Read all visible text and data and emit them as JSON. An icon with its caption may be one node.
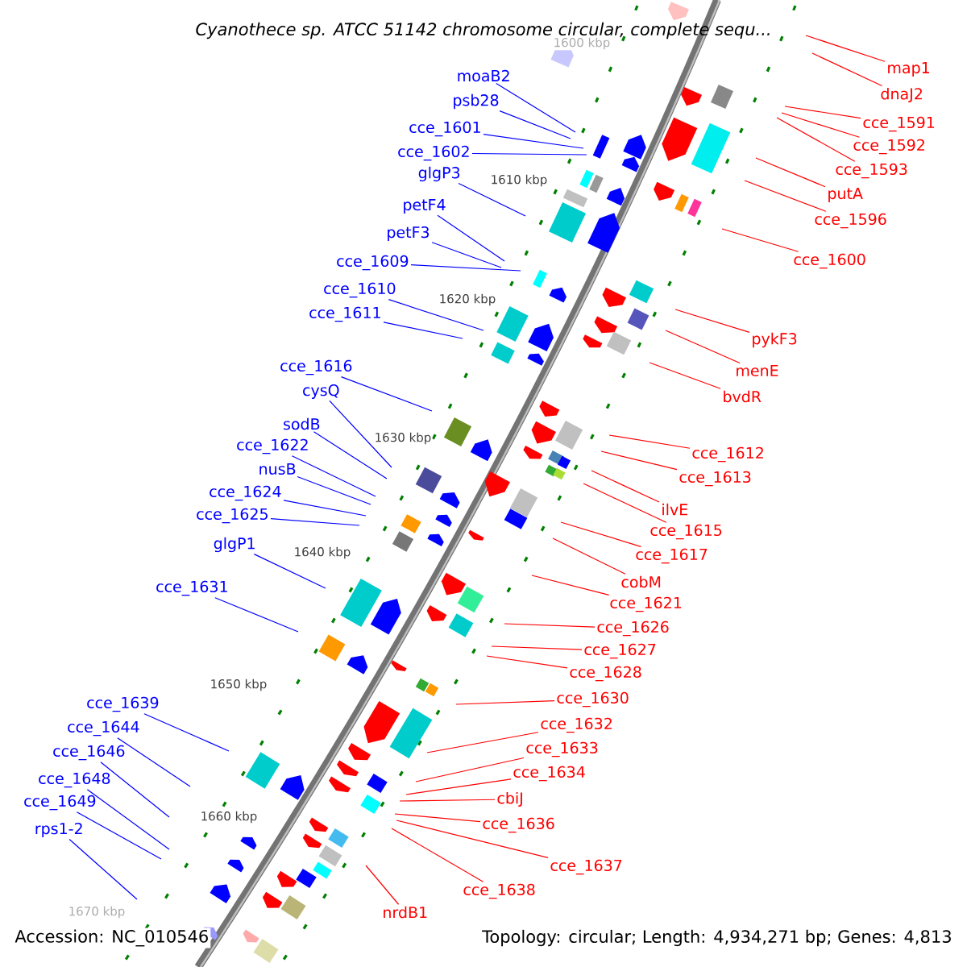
{
  "diagram": {
    "title": "Cyanothece sp. ATCC 51142 chromosome circular, complete sequ...",
    "nodes": [
      {
        "text": [
          "moaB2"
        ]
      },
      {
        "text": [
          "psb28"
        ]
      },
      {
        "text": [
          "cce_1601"
        ]
      },
      {
        "text": [
          "cce_1602"
        ]
      },
      {
        "text": [
          "glgP3"
        ]
      },
      {
        "text": [
          "petF4"
        ]
      },
      {
        "text": [
          "petF3"
        ]
      },
      {
        "text": [
          "cce_1609"
        ]
      },
      {
        "text": [
          "cce_1610"
        ]
      },
      {
        "text": [
          "cce_1611"
        ]
      },
      {
        "text": [
          "cce_1616"
        ]
      },
      {
        "text": [
          "cysQ"
        ]
      },
      {
        "text": [
          "sodB"
        ]
      },
      {
        "text": [
          "cce_1622"
        ]
      },
      {
        "text": [
          "nusB"
        ]
      },
      {
        "text": [
          "cce_1624"
        ]
      },
      {
        "text": [
          "cce_1625"
        ]
      },
      {
        "text": [
          "glgP1"
        ]
      },
      {
        "text": [
          "cce_1631"
        ]
      },
      {
        "text": [
          "cce_1639"
        ]
      },
      {
        "text": [
          "cce_1644"
        ]
      },
      {
        "text": [
          "cce_1646"
        ]
      },
      {
        "text": [
          "cce_1648"
        ]
      },
      {
        "text": [
          "cce_1649"
        ]
      },
      {
        "text": [
          "rps1-2"
        ]
      },
      {
        "text": [
          "map1"
        ]
      },
      {
        "text": [
          "dnaJ2"
        ]
      },
      {
        "text": [
          "cce_1591"
        ]
      },
      {
        "text": [
          "cce_1592"
        ]
      },
      {
        "text": [
          "cce_1593"
        ]
      },
      {
        "text": [
          "putA"
        ]
      },
      {
        "text": [
          "cce_1596"
        ]
      },
      {
        "text": [
          "cce_1600"
        ]
      },
      {
        "text": [
          "pykF3"
        ]
      },
      {
        "text": [
          "menE"
        ]
      },
      {
        "text": [
          "bvdR"
        ]
      },
      {
        "text": [
          "cce_1612"
        ]
      },
      {
        "text": [
          "cce_1613"
        ]
      },
      {
        "text": [
          "ilvE"
        ]
      },
      {
        "text": [
          "cce_1615"
        ]
      },
      {
        "text": [
          "cce_1617"
        ]
      },
      {
        "text": [
          "cobM"
        ]
      },
      {
        "text": [
          "cce_1621"
        ]
      },
      {
        "text": [
          "cce_1626"
        ]
      },
      {
        "text": [
          "cce_1627"
        ]
      },
      {
        "text": [
          "cce_1628"
        ]
      },
      {
        "text": [
          "cce_1630"
        ]
      },
      {
        "text": [
          "cce_1632"
        ]
      },
      {
        "text": [
          "cce_1633"
        ]
      },
      {
        "text": [
          "cce_1634"
        ]
      },
      {
        "text": [
          "cbiJ"
        ]
      },
      {
        "text": [
          "cce_1636"
        ]
      },
      {
        "text": [
          "cce_1638"
        ]
      },
      {
        "text": [
          "cce_1637"
        ]
      },
      {
        "text": [
          "nrdB1"
        ]
      }
    ],
    "edges": [
      {
        "from": 0,
        "to": null,
        "arrow": "none",
        "color": "#0000ff"
      },
      {
        "from": 1,
        "to": null,
        "arrow": "none",
        "color": "#0000ff"
      },
      {
        "from": 2,
        "to": null,
        "arrow": "none",
        "color": "#0000ff"
      },
      {
        "from": 3,
        "to": null,
        "arrow": "none",
        "color": "#0000ff"
      },
      {
        "from": 4,
        "to": null,
        "arrow": "none",
        "color": "#0000ff"
      },
      {
        "from": 5,
        "to": null,
        "arrow": "none",
        "color": "#0000ff"
      },
      {
        "from": 6,
        "to": null,
        "arrow": "none",
        "color": "#0000ff"
      },
      {
        "from": 7,
        "to": null,
        "arrow": "none",
        "color": "#0000ff"
      },
      {
        "from": 8,
        "to": null,
        "arrow": "none",
        "color": "#0000ff"
      },
      {
        "from": 9,
        "to": null,
        "arrow": "none",
        "color": "#0000ff"
      },
      {
        "from": 10,
        "to": null,
        "arrow": "none",
        "color": "#0000ff"
      },
      {
        "from": 11,
        "to": null,
        "arrow": "none",
        "color": "#0000ff"
      },
      {
        "from": 12,
        "to": null,
        "arrow": "none",
        "color": "#0000ff"
      },
      {
        "from": 13,
        "to": null,
        "arrow": "none",
        "color": "#0000ff"
      },
      {
        "from": 14,
        "to": null,
        "arrow": "none",
        "color": "#0000ff"
      },
      {
        "from": 15,
        "to": null,
        "arrow": "none",
        "color": "#0000ff"
      },
      {
        "from": 16,
        "to": null,
        "arrow": "none",
        "color": "#0000ff"
      },
      {
        "from": 17,
        "to": null,
        "arrow": "none",
        "color": "#0000ff"
      },
      {
        "from": 18,
        "to": null,
        "arrow": "none",
        "color": "#0000ff"
      },
      {
        "from": 19,
        "to": null,
        "arrow": "none",
        "color": "#0000ff"
      },
      {
        "from": 20,
        "to": null,
        "arrow": "none",
        "color": "#0000ff"
      },
      {
        "from": 21,
        "to": null,
        "arrow": "none",
        "color": "#0000ff"
      },
      {
        "from": 22,
        "to": null,
        "arrow": "none",
        "color": "#0000ff"
      },
      {
        "from": 23,
        "to": null,
        "arrow": "none",
        "color": "#0000ff"
      },
      {
        "from": 24,
        "to": null,
        "arrow": "none",
        "color": "#0000ff"
      },
      {
        "from": 25,
        "to": null,
        "arrow": "none"
      },
      {
        "from": 26,
        "to": null,
        "arrow": "none"
      },
      {
        "from": 27,
        "to": null,
        "arrow": "none"
      },
      {
        "from": 28,
        "to": null,
        "arrow": "none"
      },
      {
        "from": 29,
        "to": null,
        "arrow": "none"
      },
      {
        "from": 30,
        "to": null,
        "arrow": "none"
      },
      {
        "from": 31,
        "to": null,
        "arrow": "none"
      },
      {
        "from": 32,
        "to": null,
        "arrow": "none"
      },
      {
        "from": 33,
        "to": null,
        "arrow": "none"
      },
      {
        "from": 34,
        "to": null,
        "arrow": "none"
      },
      {
        "from": 35,
        "to": null,
        "arrow": "none"
      },
      {
        "from": 36,
        "to": null,
        "arrow": "none"
      },
      {
        "from": 37,
        "to": null,
        "arrow": "none"
      },
      {
        "from": 38,
        "to": null,
        "arrow": "none"
      },
      {
        "from": 39,
        "to": null,
        "arrow": "none"
      },
      {
        "from": 40,
        "to": null,
        "arrow": "none"
      },
      {
        "from": 41,
        "to": null,
        "arrow": "none"
      },
      {
        "from": 42,
        "to": null,
        "arrow": "none"
      },
      {
        "from": 43,
        "to": null,
        "arrow": "none"
      },
      {
        "from": 44,
        "to": null,
        "arrow": "none"
      },
      {
        "from": 45,
        "to": null,
        "arrow": "none"
      },
      {
        "from": 46,
        "to": null,
        "arrow": "none"
      },
      {
        "from": 47,
        "to": null,
        "arrow": "none"
      },
      {
        "from": 48,
        "to": null,
        "arrow": "none"
      },
      {
        "from": 49,
        "to": null,
        "arrow": "none"
      },
      {
        "from": 50,
        "to": null,
        "arrow": "none"
      },
      {
        "from": 51,
        "to": null,
        "arrow": "none"
      },
      {
        "from": 52,
        "to": null,
        "arrow": "none"
      },
      {
        "from": 53,
        "to": null,
        "arrow": "none"
      },
      {
        "from": 54,
        "to": null,
        "arrow": "none"
      }
    ],
    "labels": [
      "1600 kbp",
      "1610 kbp",
      "1620 kbp",
      "1630 kbp",
      "1640 kbp",
      "1650 kbp",
      "1660 kbp",
      "1670 kbp",
      "Accession: NC_010546",
      "Topology: circular; Length: 4,934,271 bp; Genes: 4,813"
    ]
  }
}
